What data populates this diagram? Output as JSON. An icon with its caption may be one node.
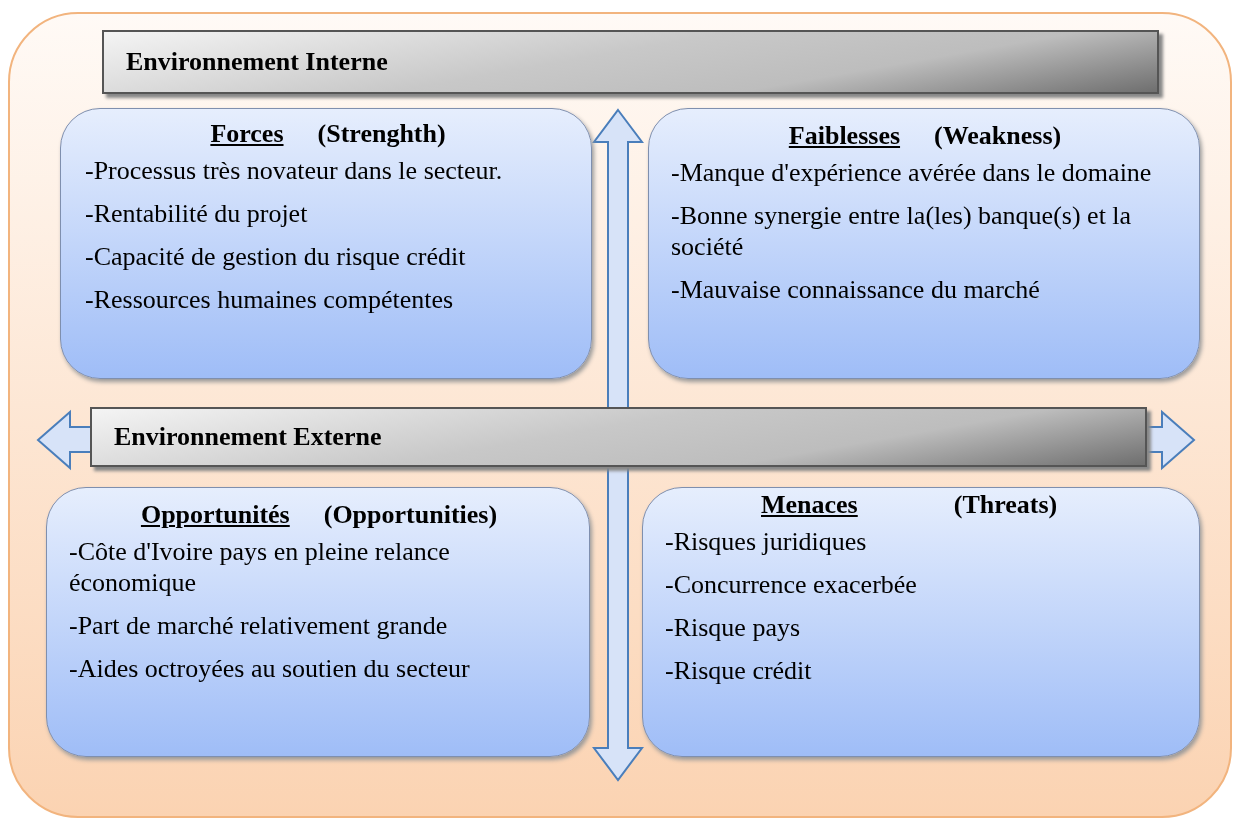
{
  "diagram": {
    "nodes": [
      {
        "text": [],
        "shape": "box"
      },
      {
        "text": [
          "Environnement Interne"
        ],
        "in": 0
      },
      {
        "text": [
          "Forces",
          "(Strenghth)",
          "-Processus très novateur dans le secteur.",
          "-Rentabilité du projet",
          "-Capacité de gestion du risque crédit",
          "-Ressources humaines compétentes"
        ],
        "in": 0
      },
      {
        "text": [
          "Faiblesses",
          "(Weakness)",
          "-Manque d'expérience avérée dans le domaine",
          "-Bonne synergie entre la(les) banque(s) et la société",
          "-Mauvaise connaissance du marché"
        ],
        "in": 0
      },
      {
        "text": [
          "Environnement Externe"
        ],
        "in": 0
      },
      {
        "text": [
          "Opportunités",
          "(Opportunities)",
          "-Côte d'Ivoire pays en pleine relance économique",
          "-Part de marché relativement grande",
          "-Aides octroyées au soutien  du secteur"
        ],
        "in": 0
      },
      {
        "text": [
          "Menaces",
          "(Threats)",
          "-Risques juridiques",
          "-Concurrence exacerbée",
          "-Risque pays",
          "-Risque crédit"
        ],
        "in": 0
      }
    ]
  }
}
